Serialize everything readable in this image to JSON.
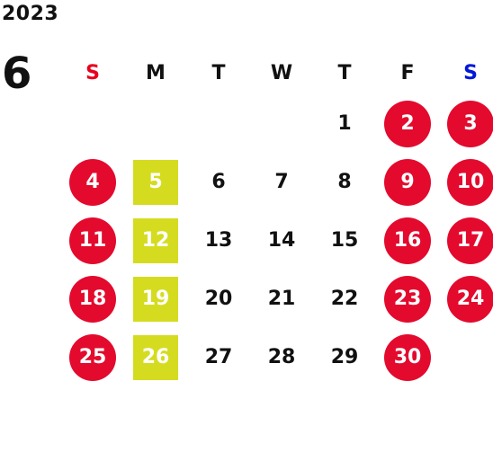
{
  "calendar": {
    "year": "2023",
    "month": "6",
    "weekdays": [
      "S",
      "M",
      "T",
      "W",
      "T",
      "F",
      "S"
    ],
    "weekday_colors": [
      "#e8001c",
      "#111111",
      "#111111",
      "#111111",
      "#111111",
      "#111111",
      "#0018d8"
    ],
    "weeks": [
      [
        "",
        "",
        "",
        "",
        "1",
        "2",
        "3"
      ],
      [
        "4",
        "5",
        "6",
        "7",
        "8",
        "9",
        "10"
      ],
      [
        "11",
        "12",
        "13",
        "14",
        "15",
        "16",
        "17"
      ],
      [
        "18",
        "19",
        "20",
        "21",
        "22",
        "23",
        "24"
      ],
      [
        "25",
        "26",
        "27",
        "28",
        "29",
        "30",
        ""
      ]
    ],
    "red_days": [
      "2",
      "3",
      "4",
      "9",
      "10",
      "11",
      "16",
      "17",
      "18",
      "23",
      "24",
      "25",
      "30"
    ],
    "yellow_days": [
      "5",
      "12",
      "19",
      "26"
    ],
    "colors": {
      "holiday": "#e30a2e",
      "highlight": "#d5dc1f",
      "text": "#111111",
      "marked_text": "#ffffff"
    }
  }
}
